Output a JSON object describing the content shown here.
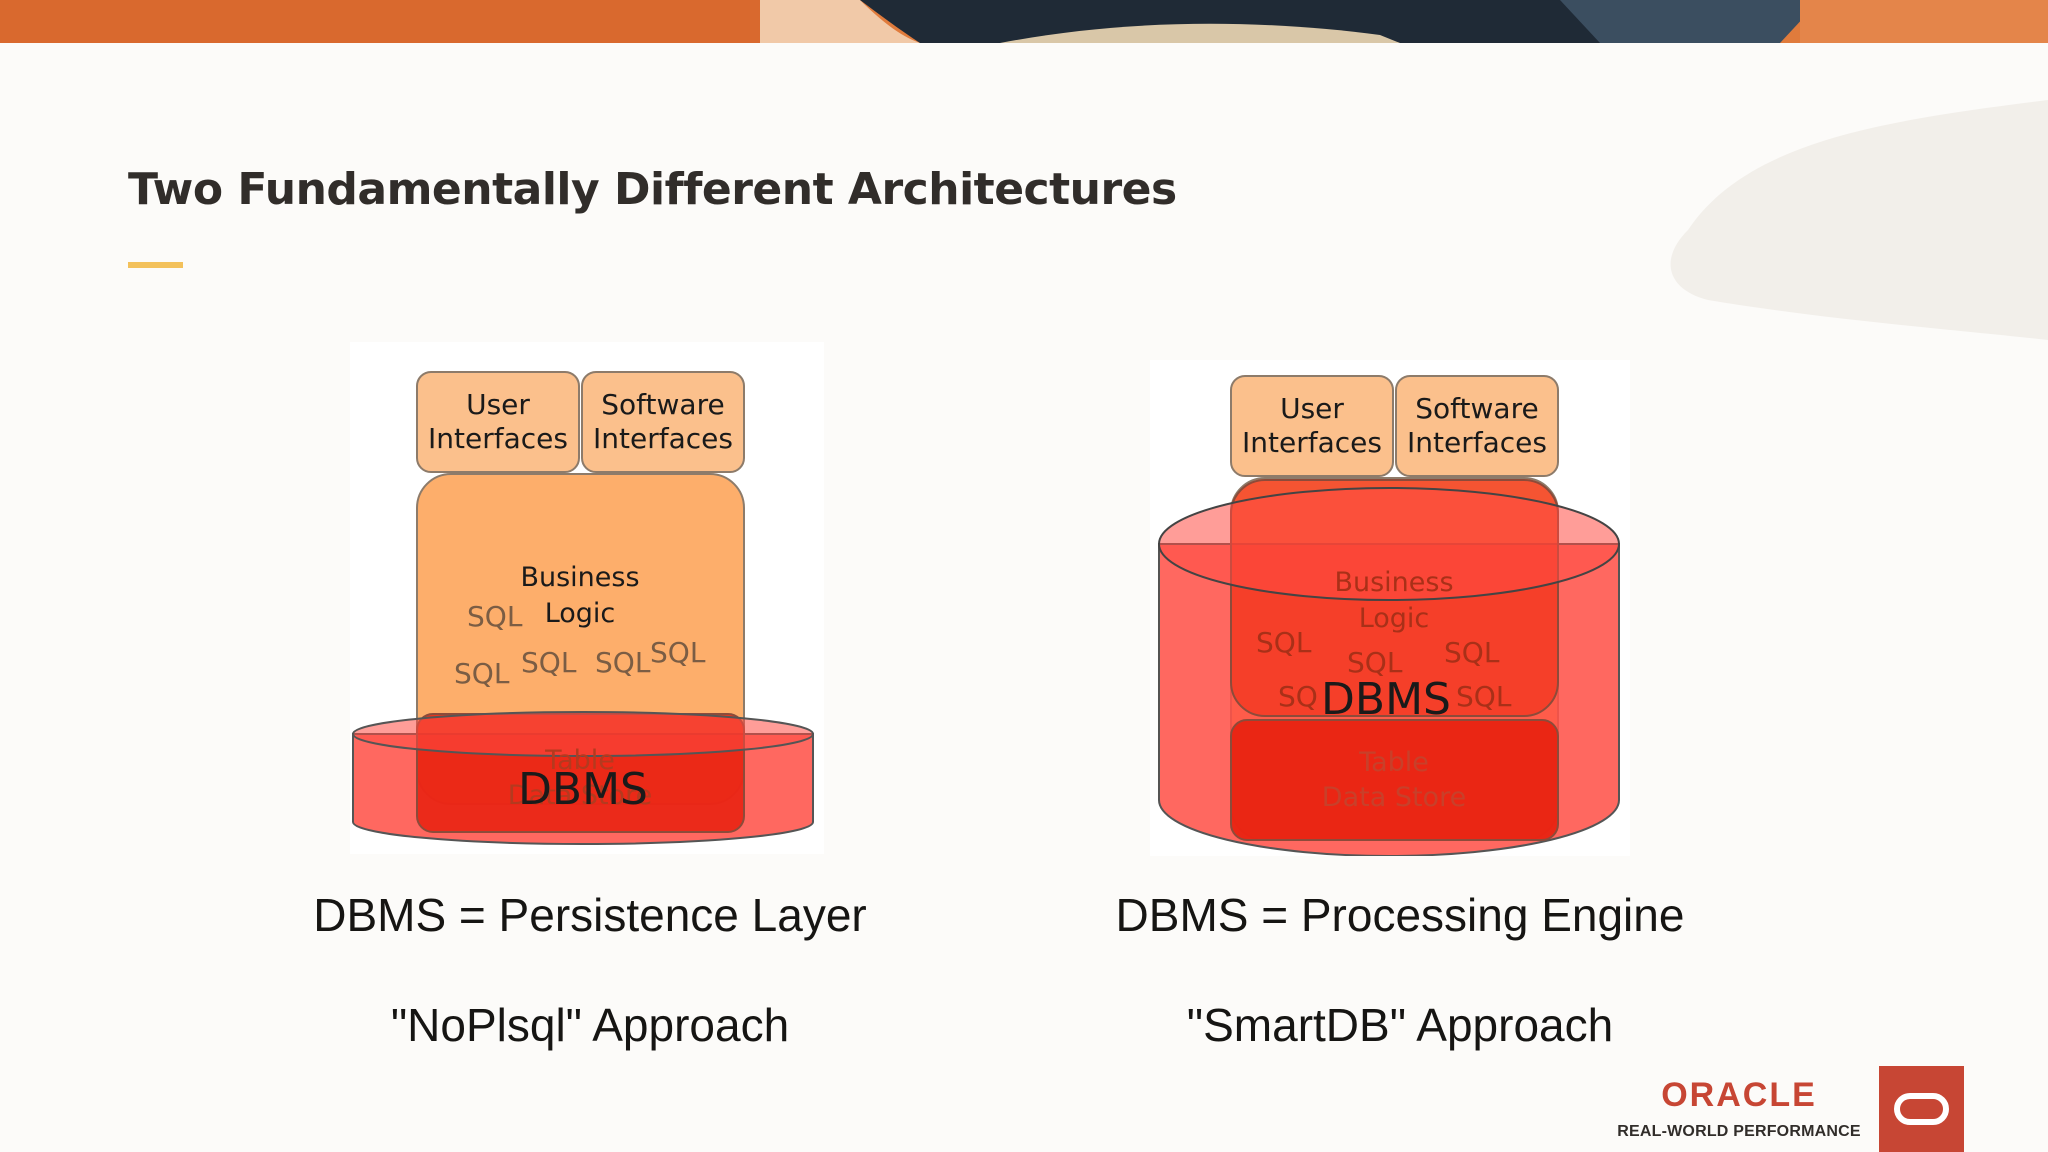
{
  "slide": {
    "title": "Two Fundamentally Different Architectures"
  },
  "left_diagram": {
    "top_boxes": [
      "User",
      "Interfaces",
      "Software",
      "Interfaces"
    ],
    "business_label": [
      "Business",
      "Logic"
    ],
    "sql_labels": [
      "SQL",
      "SQL",
      "SQL",
      "SQL",
      "SQL"
    ],
    "table_label": [
      "Table",
      "Data Store"
    ],
    "dbms_label": "DBMS"
  },
  "right_diagram": {
    "top_boxes": [
      "User",
      "Interfaces",
      "Software",
      "Interfaces"
    ],
    "business_label": [
      "Business",
      "Logic"
    ],
    "sql_labels": [
      "SQL",
      "SQL",
      "SQL",
      "SQ",
      "SQL"
    ],
    "table_label": [
      "Table",
      "Data Store"
    ],
    "dbms_label": "DBMS"
  },
  "captions": {
    "left_line1": "DBMS = Persistence Layer",
    "left_line2": "\"NoPlsql\" Approach",
    "right_line1": "DBMS = Processing Engine",
    "right_line2": "\"SmartDB\" Approach"
  },
  "brand": {
    "name": "ORACLE",
    "tagline": "REAL-WORLD PERFORMANCE"
  },
  "colors": {
    "accent_orange": "#fdae6b",
    "box_orange": "#fbc08c",
    "dbms_red": "#ff3b30",
    "brand_red": "#c74634",
    "title_accent": "#f3c15b"
  }
}
